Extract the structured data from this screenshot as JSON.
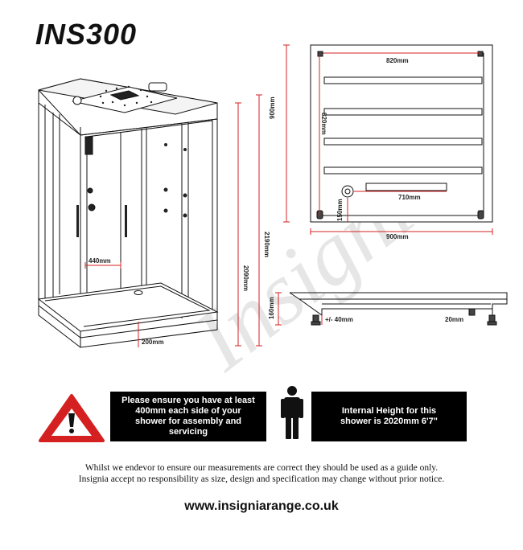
{
  "title": "INS300",
  "watermark": "Insignia",
  "dimensions": {
    "top_width": "820mm",
    "top_depth": "820mm",
    "outer_depth": "900mm",
    "tray_panel": "710mm",
    "drain_offset": "150mm",
    "outer_width": "900mm",
    "total_height": "2190mm",
    "cabin_height": "2090mm",
    "door_width": "440mm",
    "tray_height_front": "200mm",
    "tray_height_side": "160mm",
    "foot_adjust": "+/- 40mm",
    "foot_size": "20mm"
  },
  "notices": {
    "assembly": "Please ensure you have at least 400mm each side of your shower for assembly and servicing",
    "internal_height": "Internal Height for this shower is 2020mm 6'7\""
  },
  "disclaimer_line1": "Whilst we endevor to ensure our measurements are correct they should be used as a guide only.",
  "disclaimer_line2": "Insignia accept no responsibility as size, design and specification may change without prior notice.",
  "website": "www.insigniarange.co.uk",
  "colors": {
    "dimension_line": "#d42020",
    "warning_red": "#d42020",
    "text": "#111111"
  }
}
